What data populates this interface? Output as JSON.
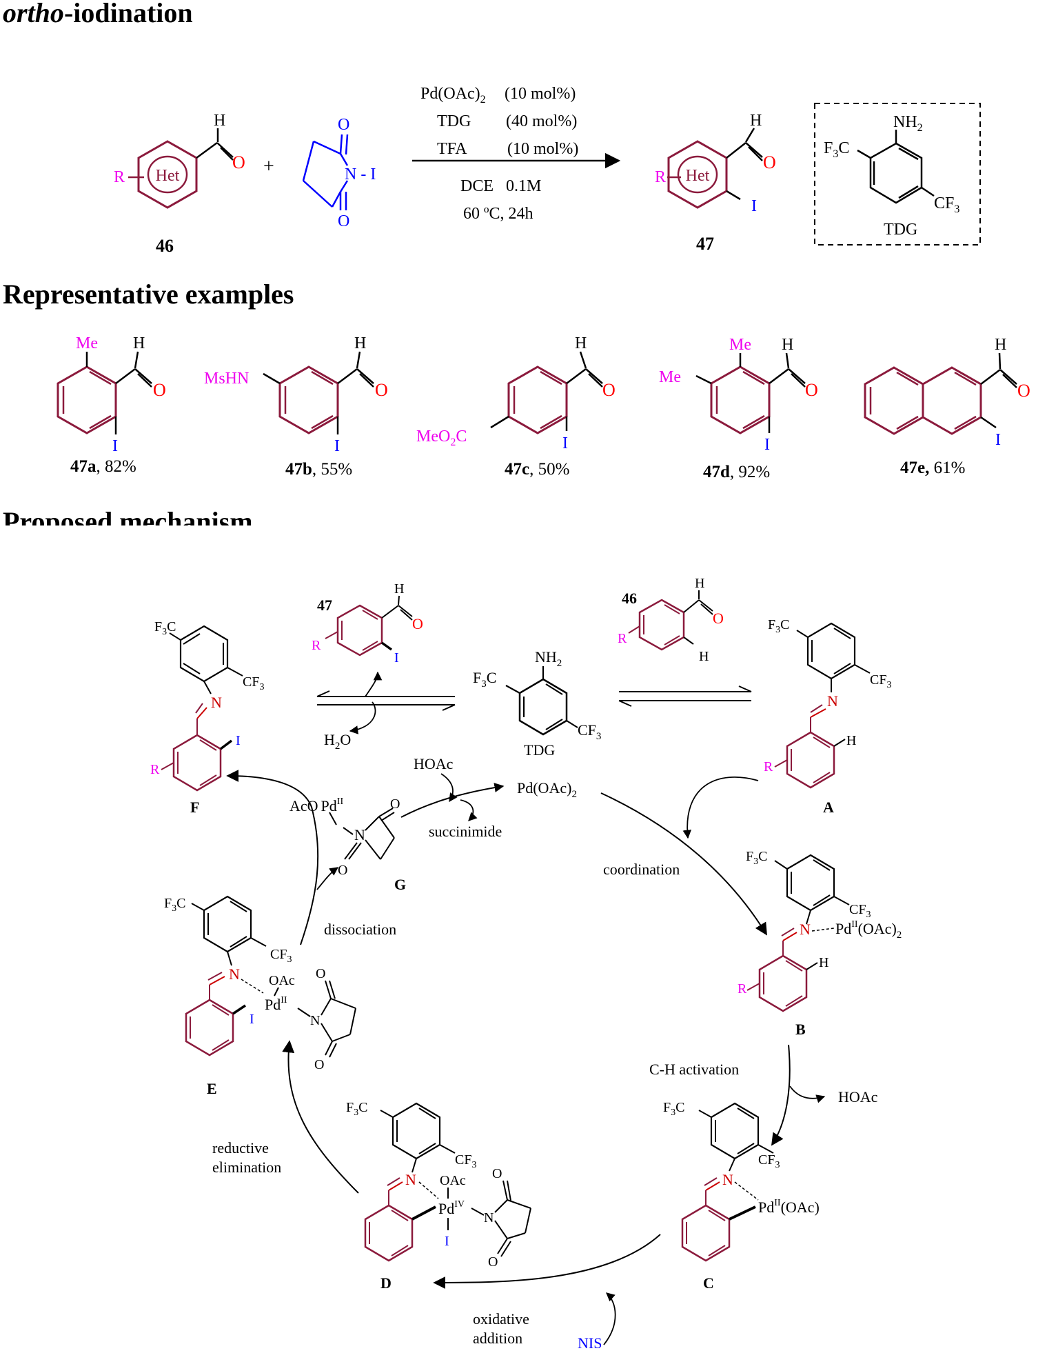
{
  "colors": {
    "ring": "#8b1a3c",
    "substituent": "#ee00ee",
    "oxygen": "#ff0000",
    "nis_blue": "#0000ff",
    "imine_n": "#cc0000",
    "text": "#000000"
  },
  "headings": {
    "title_italic": "ortho",
    "title_rest": "-iodination",
    "examples": "Representative examples",
    "mechanism": "Proposed mechanism"
  },
  "scheme": {
    "conditions": {
      "pd_main": "Pd(OAc)",
      "pd_sub": "2",
      "pd_amt": "(10 mol%)",
      "tdg": "TDG",
      "tdg_amt": "(40 mol%)",
      "tfa": "TFA",
      "tfa_amt": "(10 mol%)",
      "solvent": "DCE   0.1M",
      "temp": "60 ºC, 24h"
    },
    "plus": "+",
    "label_46": "46",
    "label_47": "47",
    "tdg_box_label": "TDG",
    "het": "Het",
    "R": "R",
    "H": "H",
    "O": "O",
    "N": "N",
    "I": "I",
    "NH": "NH",
    "two": "2",
    "F3C_F": "F",
    "three": "3",
    "C": "C",
    "CF": "CF",
    "NI_dash": "N - I"
  },
  "examples": [
    {
      "id": "47a",
      "yield": ", 82%",
      "sub1": "Me"
    },
    {
      "id": "47b",
      "yield": ", 55%",
      "sub1": "MsHN"
    },
    {
      "id": "47c",
      "yield": ", 50%",
      "sub1": "MeO",
      "sub1b": "2",
      "sub1c": "C"
    },
    {
      "id": "47d",
      "yield": ", 92%",
      "sub1": "Me",
      "sub2": "Me"
    },
    {
      "id": "47e,",
      "yield": " 61%"
    }
  ],
  "mechanism": {
    "species": {
      "A": "A",
      "B": "B",
      "C": "C",
      "D": "D",
      "E": "E",
      "F": "F",
      "G": "G"
    },
    "labels": {
      "l47": "47",
      "l46": "46",
      "tdg": "TDG",
      "h2o_H": "H",
      "h2o_2": "2",
      "h2o_O": "O",
      "hoac": "HOAc",
      "succinimide": "succinimide",
      "pdoac2": "Pd(OAc)",
      "pdoac2_sub": "2",
      "coordination": "coordination",
      "dissociation": "dissociation",
      "ch_activation": "C-H activation",
      "hoac2": "HOAc",
      "reductive": "reductive",
      "elimination": "elimination",
      "oxidative": "oxidative",
      "addition": "addition",
      "nis": "NIS",
      "aco": "AcO",
      "pd": "Pd",
      "pd_II": "II",
      "pd_IV": "IV",
      "oac": "OAc",
      "oac2": "(OAc)",
      "oac2_sub": "2",
      "oac1": "(OAc)"
    }
  }
}
